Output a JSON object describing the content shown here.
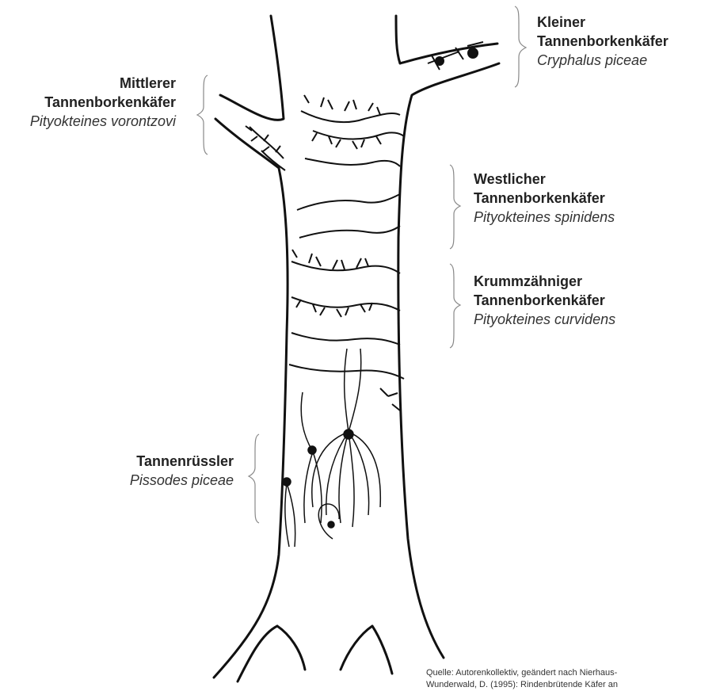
{
  "labels": {
    "kleiner": {
      "line1": "Kleiner",
      "line2": "Tannenborkenkäfer",
      "latin": "Cryphalus piceae"
    },
    "mittlerer": {
      "line1": "Mittlerer",
      "line2": "Tannenborkenkäfer",
      "latin": "Pityokteines vorontzovi"
    },
    "westlicher": {
      "line1": "Westlicher",
      "line2": "Tannenborkenkäfer",
      "latin": "Pityokteines spinidens"
    },
    "krumm": {
      "line1": "Krummzähniger",
      "line2": "Tannenborkenkäfer",
      "latin": "Pityokteines curvidens"
    },
    "ruessler": {
      "line1": "Tannenrüssler",
      "latin": "Pissodes piceae"
    }
  },
  "source": {
    "line1": "Quelle: Autorenkollektiv, geändert nach Nierhaus-",
    "line2": "Wunderwald, D. (1995): Rindenbrütende Käfer an"
  }
}
